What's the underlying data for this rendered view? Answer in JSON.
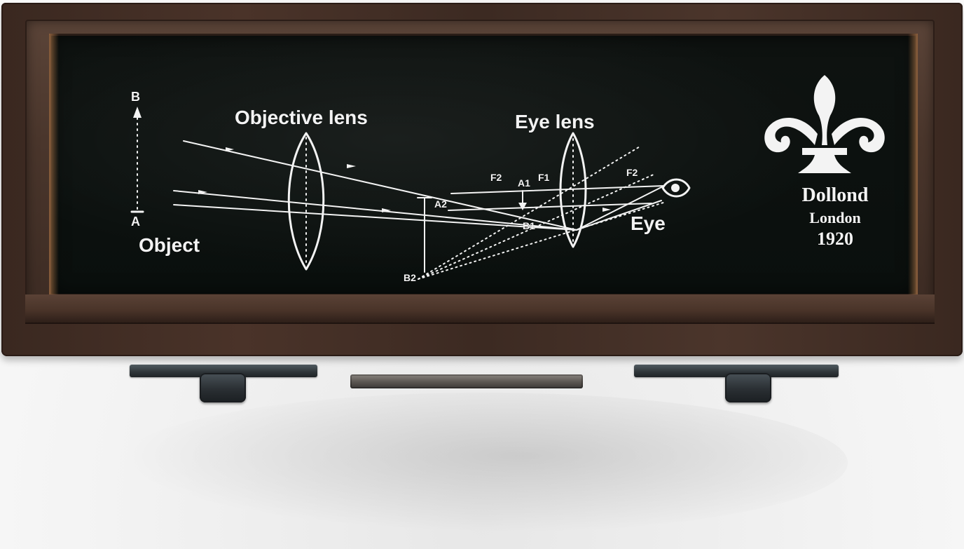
{
  "diagram": {
    "labels": {
      "objective_lens": "Objective lens",
      "eye_lens": "Eye lens",
      "object": "Object",
      "eye": "Eye",
      "b_top": "B",
      "a_bottom": "A",
      "f2_left": "F2",
      "a1": "A1",
      "f1": "F1",
      "f2_right": "F2",
      "a2": "A2",
      "b1": "B1",
      "b2": "B2"
    }
  },
  "brand": {
    "name": "Dollond",
    "city": "London",
    "year": "1920"
  },
  "icons": {
    "fleur_de_lis": "fleur-de-lis-icon",
    "eye": "eye-icon"
  },
  "colors": {
    "wood": "#3a2820",
    "glass": "#0c110f",
    "print": "#f3f3f3",
    "metal": "#2e3438"
  }
}
